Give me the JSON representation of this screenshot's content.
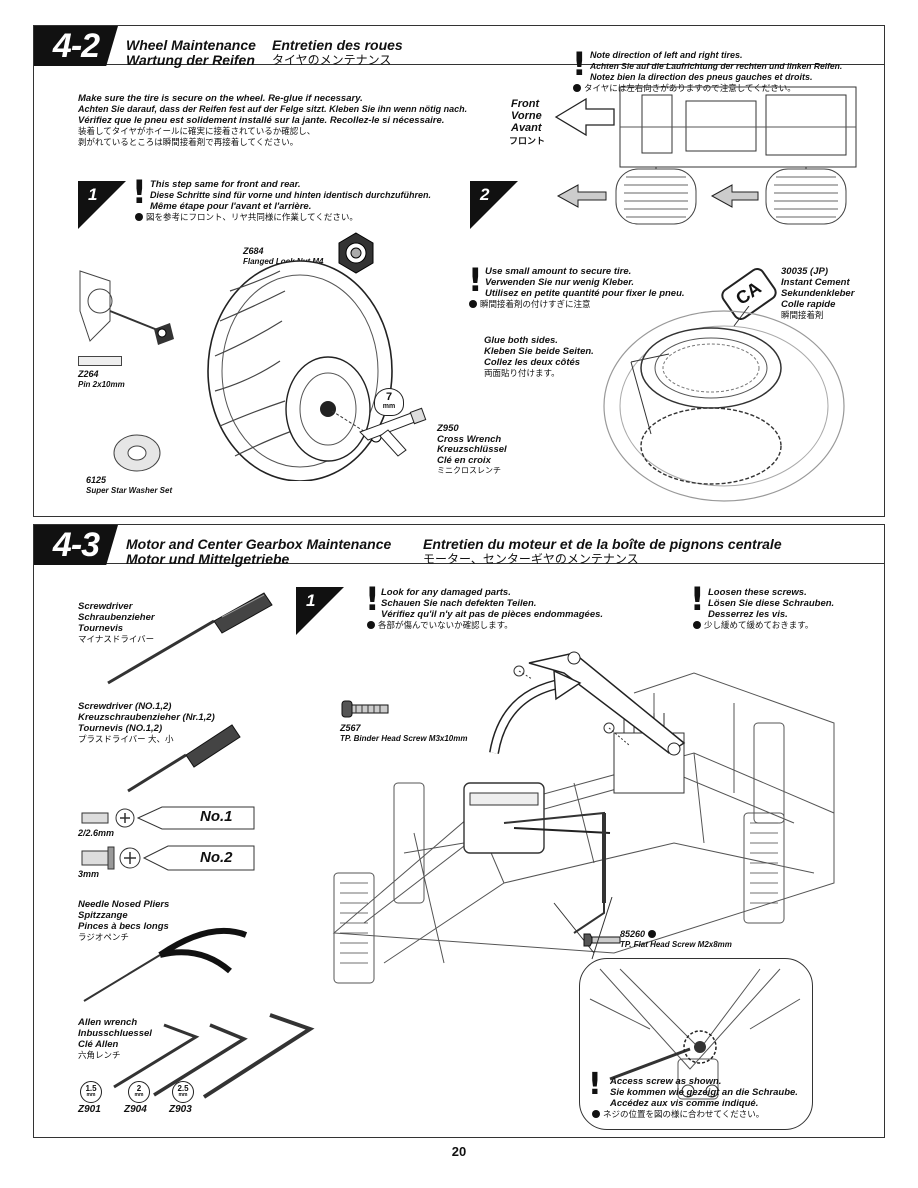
{
  "sec42": {
    "number": "4-2",
    "title_en": "Wheel Maintenance",
    "title_fr": "Entretien des roues",
    "title_de": "Wartung der Reifen",
    "title_jp": "タイヤのメンテナンス",
    "intro": [
      "Make sure the tire is secure on the wheel. Re-glue if necessary.",
      "Achten Sie darauf, dass der Reifen fest auf der Felge sitzt. Kleben Sie ihn wenn nötig nach.",
      "Vérifiez que le pneu est solidement installé sur la jante. Recollez-le si nécessaire.",
      "装着してタイヤがホイールに確実に接着されているか確認し、",
      "剥がれているところは瞬間接着剤で再接着してください。"
    ],
    "note_tires": [
      "Note direction of left and right tires.",
      "Achten Sie auf die Laufrichtung der rechten und linken Reifen.",
      "Notez bien la direction des pneus gauches et droits.",
      "タイヤには左右向きがありますので注意してください。"
    ],
    "front_labels": [
      "Front",
      "Vorne",
      "Avant",
      "フロント"
    ],
    "step1_num": "1",
    "step1_text": [
      "This step same for front and rear.",
      "Diese Schritte sind für vorne und hinten identisch durchzuführen.",
      "Même étape pour l'avant et l'arrière.",
      "図を参考にフロント、リヤ共同様に作業してください。"
    ],
    "step2_num": "2",
    "parts": {
      "z684_code": "Z684",
      "z684_name": "Flanged Lock Nut M4",
      "z264_code": "Z264",
      "z264_name": "Pin 2x10mm",
      "z950_code": "Z950",
      "z950_names": [
        "Cross Wrench",
        "Kreuzschlüssel",
        "Clé en croix",
        "ミニクロスレンチ"
      ],
      "s6125_code": "6125",
      "s6125_name": "Super Star Washer Set",
      "wrench_size": "7",
      "wrench_unit": "mm"
    },
    "glue_note": [
      "Use small amount to secure tire.",
      "Verwenden Sie nur wenig Kleber.",
      "Utilisez en petite quantité pour fixer le pneu.",
      "瞬間接着剤の付けすぎに注意"
    ],
    "ca_labels": [
      "30035 (JP)",
      "Instant Cement",
      "Sekundenkleber",
      "Colle rapide",
      "瞬間接着剤"
    ],
    "ca_text": "CA",
    "glue_sides": [
      "Glue both sides.",
      "Kleben Sie beide Seiten.",
      "Collez les deux côtés",
      "両面貼り付けます。"
    ]
  },
  "sec43": {
    "number": "4-3",
    "title_en": "Motor and Center Gearbox Maintenance",
    "title_de": "Motor und Mittelgetriebe",
    "title_fr": "Entretien du moteur et de la boîte de pignons centrale",
    "title_jp": "モーター、センターギヤのメンテナンス",
    "tools": {
      "screwdriver": [
        "Screwdriver",
        "Schraubenzieher",
        "Tournevis",
        "マイナスドライバー"
      ],
      "phillips": [
        "Screwdriver (NO.1,2)",
        "Kreuzschraubenzieher (Nr.1,2)",
        "Tournevis (NO.1,2)",
        "プラスドライバー 大、小"
      ],
      "no1": "No.1",
      "no1_size": "2/2.6mm",
      "no2": "No.2",
      "no2_size": "3mm",
      "pliers": [
        "Needle Nosed Pliers",
        "Spitzzange",
        "Pinces à becs longs",
        "ラジオペンチ"
      ],
      "allen": [
        "Allen wrench",
        "Inbusschluessel",
        "Clé Allen",
        "六角レンチ"
      ],
      "allen_sizes": [
        "1.5",
        "2",
        "2.5"
      ],
      "allen_unit": "mm",
      "allen_codes": [
        "Z901",
        "Z904",
        "Z903"
      ]
    },
    "step1_num": "1",
    "damage_note": [
      "Look for any damaged parts.",
      "Schauen Sie nach defekten Teilen.",
      "Vérifiez qu'il n'y ait pas de pièces endommagées.",
      "各部が傷んでいないか確認します。"
    ],
    "loosen_note": [
      "Loosen these screws.",
      "Lösen Sie diese Schrauben.",
      "Desserrez les vis.",
      "少し緩めて緩めておきます。"
    ],
    "z567_code": "Z567",
    "z567_name": "TP. Binder Head Screw M3x10mm",
    "s85260_code": "85260",
    "s85260_name": "TP. Flat Head Screw M2x8mm",
    "access_note": [
      "Access screw as shown.",
      "Sie kommen wie gezeigt an die Schraube.",
      "Accédez aux vis comme indiqué.",
      "ネジの位置を図の様に合わせてください。"
    ]
  },
  "page_number": "20"
}
